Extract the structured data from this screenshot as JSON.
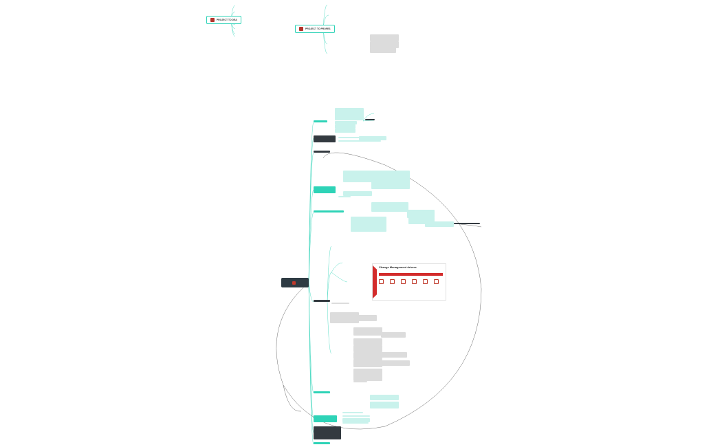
{
  "map1": {
    "root": "PROJECT TO DEA",
    "items": [
      "",
      "",
      "",
      "",
      "",
      "",
      "",
      "",
      "",
      "",
      "",
      "",
      "",
      "",
      ""
    ]
  },
  "map2": {
    "root": "PROJECT TO PROFES",
    "items": [
      "",
      "",
      "",
      "",
      "",
      "",
      "",
      "",
      "",
      "",
      "",
      "",
      "",
      "",
      "",
      "",
      "",
      "",
      "",
      "",
      "",
      ""
    ]
  },
  "main": {
    "center": "",
    "branches": [
      {
        "label": "",
        "style": "teal"
      },
      {
        "label": "",
        "style": "dark"
      },
      {
        "label": "",
        "style": "dark"
      },
      {
        "label": "",
        "style": "teal"
      },
      {
        "label": "",
        "style": "teal"
      },
      {
        "label": "",
        "style": "dark"
      },
      {
        "label": "",
        "style": "teal"
      },
      {
        "label": "",
        "style": "teal"
      },
      {
        "label": "",
        "style": "dark"
      },
      {
        "label": "",
        "style": "teal"
      }
    ],
    "dark_tag": "",
    "small_label": ""
  },
  "change_card": {
    "title": "Change Management drivers",
    "banner": "",
    "drivers": [
      "",
      "",
      "",
      "",
      "",
      ""
    ]
  },
  "colors": {
    "teal": "#2ed3b7",
    "dark": "#333a40",
    "accent_red": "#d32b2b"
  }
}
